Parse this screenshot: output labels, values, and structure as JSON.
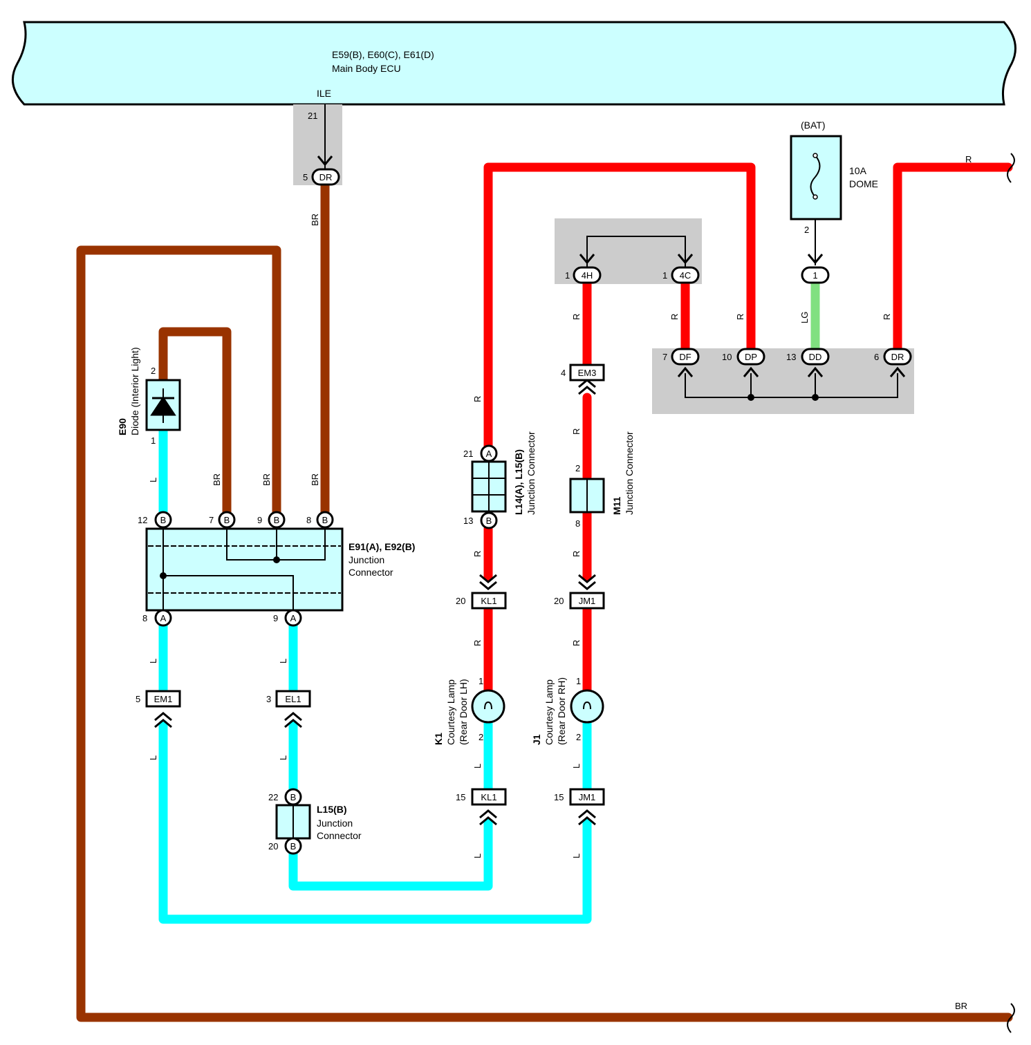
{
  "colors": {
    "R": "#ff0000",
    "BR": "#993300",
    "L": "#00ffff",
    "LG": "#80e080",
    "component_fill": "#ccffff",
    "shade": "#cccccc"
  },
  "ecu": {
    "title": "E59(B), E60(C), E61(D)",
    "subtitle": "Main Body ECU",
    "terminal": "ILE",
    "pin": "21"
  },
  "fuse": {
    "source": "(BAT)",
    "rating": "10A",
    "name": "DOME",
    "pin": "2"
  },
  "diode": {
    "code": "E90",
    "name": "Diode (Interior Light)",
    "pin_top": "2",
    "pin_bottom": "1"
  },
  "jc_e91": {
    "title": "E91(A), E92(B)",
    "line1": "Junction",
    "line2": "Connector"
  },
  "jc_l14": {
    "title": "L14(A), L15(B)",
    "sub": "Junction Connector"
  },
  "jc_m11": {
    "title": "M11",
    "sub": "Junction Connector"
  },
  "jc_l15": {
    "title": "L15(B)",
    "line1": "Junction",
    "line2": "Connector"
  },
  "lamp_lh": {
    "code": "K1",
    "line1": "Courtesy Lamp",
    "line2": "(Rear Door LH)"
  },
  "lamp_rh": {
    "code": "J1",
    "line1": "Courtesy Lamp",
    "line2": "(Rear Door RH)"
  },
  "connectors": {
    "em3": "EM3",
    "kl1": "KL1",
    "jm1": "JM1",
    "em1": "EM1",
    "el1": "EL1"
  },
  "ovals": {
    "dr_top": "DR",
    "h4": "4H",
    "c4": "4C",
    "one": "1",
    "df": "DF",
    "dp": "DP",
    "dd": "DD",
    "dr": "DR"
  },
  "wire_labels": {
    "R": "R",
    "BR": "BR",
    "L": "L",
    "LG": "LG"
  },
  "pins": {
    "p5": "5",
    "p1": "1",
    "p7": "7",
    "p10": "10",
    "p13": "13",
    "p6": "6",
    "p4": "4",
    "p21": "21",
    "p12": "12",
    "p9": "9",
    "p8": "8",
    "p3": "3",
    "p20": "20",
    "p2": "2",
    "p15": "15",
    "p22": "22",
    "A": "A",
    "B": "B"
  }
}
